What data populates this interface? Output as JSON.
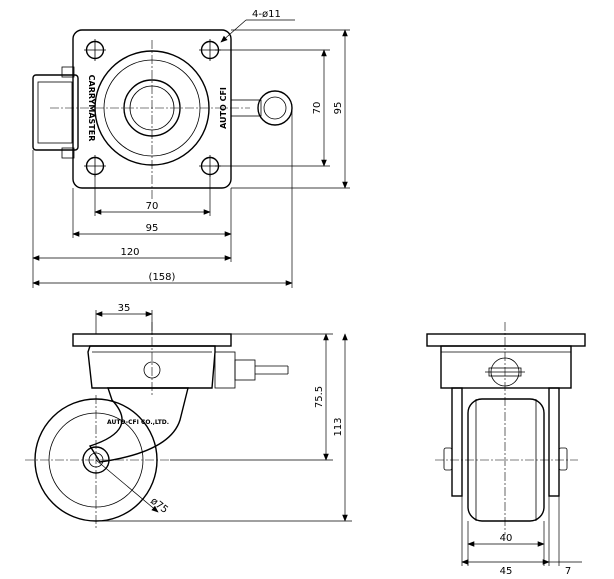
{
  "drawing": {
    "top_view": {
      "hole_callout": "4-ø11",
      "dim_hole_spacing_vertical": "70",
      "dim_plate_height": "95",
      "dim_hole_spacing_horizontal": "70",
      "dim_plate_width": "95",
      "dim_overall_120": "120",
      "dim_overall_158": "(158)",
      "brand_left": "CARRYMASTER",
      "brand_right": "AUTO CFI"
    },
    "side_view": {
      "dim_offset": "35",
      "dim_axle_height": "75.5",
      "dim_total_height": "113",
      "dim_wheel_diameter": "ø75",
      "brand_label": "AUTO-CFI CO.,LTD."
    },
    "front_view": {
      "dim_wheel_width": "40",
      "dim_fork_width": "45",
      "dim_side_offset": "7"
    }
  }
}
